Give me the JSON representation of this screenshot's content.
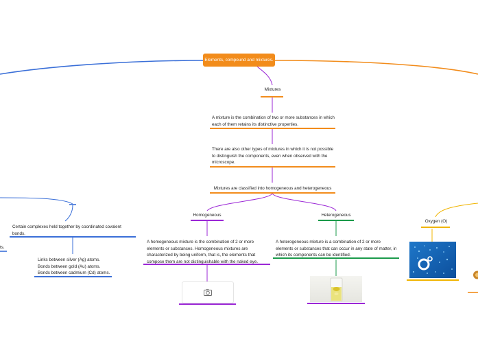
{
  "root": {
    "label": "Elements, compound and mixtures."
  },
  "mixtures": {
    "label": "Mixtures",
    "def": "A mixture is the combination of two or more substances in which each of them retains its distinctive properties.",
    "other": "There are also other types of mixtures in which it is not possible to distinguish the components, even when observed with the microscope.",
    "classified": "Mixtures are classified into homogeneous and heterogeneous"
  },
  "homogeneous": {
    "label": "Homogeneous",
    "desc": "A homogeneous mixture is the combination of 2 or more elements or substances. Homogeneous mixtures are characterized by being uniform, that is, the elements that compose them are not distinguishable with the naked eye."
  },
  "heterogeneous": {
    "label": "Heterogeneous",
    "desc": "A heterogeneous mixture is a combination of 2 or more elements or substances that can occur in any state of matter, in which its components can be identified."
  },
  "left_branch": {
    "complexes": "Certain complexes held together by coordinated covalent bonds.",
    "links": [
      "Links between silver (Ag) atoms.",
      "Bonds between gold (Au) atoms.",
      "Bonds between cadmium (Cd) atoms."
    ],
    "cut_text": "ts."
  },
  "right_branch": {
    "oxygen": "Oxygen (O)"
  },
  "icons": {
    "image_placeholder": "camera-icon"
  },
  "colors": {
    "orange": "#f28c1b",
    "blue": "#3a6fd8",
    "purple": "#9b27d6",
    "green": "#1a9a4a",
    "yellow": "#f0b400"
  }
}
